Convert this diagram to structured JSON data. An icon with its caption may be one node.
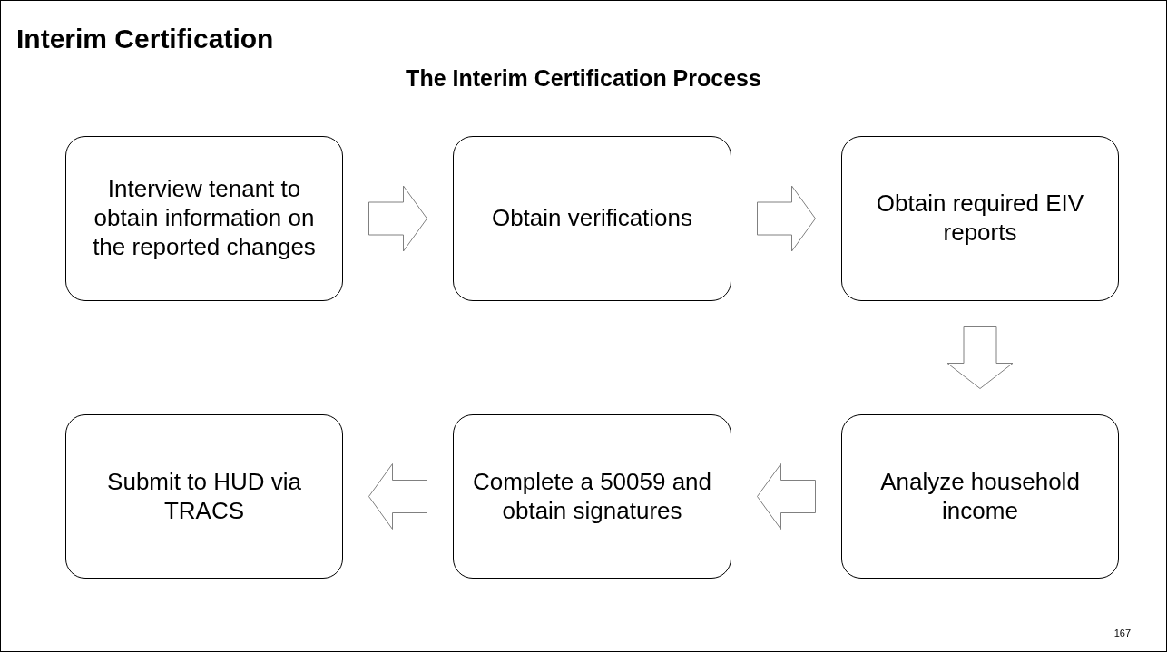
{
  "diagram": {
    "title": "Interim Certification",
    "nodes": [
      {
        "text": [
          "Interview tenant to obtain information on the reported changes"
        ]
      },
      {
        "text": [
          "Obtain verifications"
        ]
      },
      {
        "text": [
          "Obtain required EIV reports"
        ]
      },
      {
        "text": [
          "Analyze household income"
        ]
      },
      {
        "text": [
          "Complete a 50059 and obtain signatures"
        ]
      },
      {
        "text": [
          "Submit to HUD via TRACS"
        ]
      }
    ],
    "edges": [
      {
        "from": 0,
        "to": 1,
        "arrow": "to"
      },
      {
        "from": 1,
        "to": 2,
        "arrow": "to"
      },
      {
        "from": 2,
        "to": 3,
        "arrow": "to"
      },
      {
        "from": 3,
        "to": 4,
        "arrow": "to"
      },
      {
        "from": 4,
        "to": 5,
        "arrow": "to"
      }
    ],
    "labels": [
      "The Interim Certification Process",
      "167"
    ]
  }
}
